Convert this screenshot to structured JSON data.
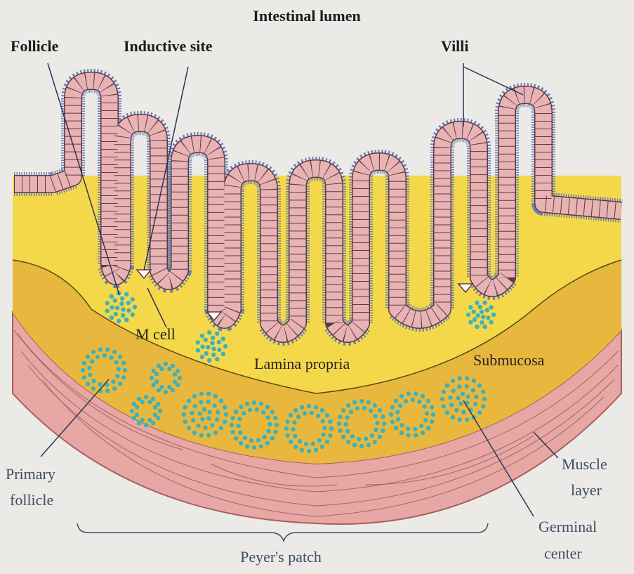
{
  "labels": {
    "intestinal_lumen": "Intestinal lumen",
    "follicle": "Follicle",
    "inductive_site": "Inductive site",
    "villi": "Villi",
    "m_cell": "M cell",
    "lamina_propria": "Lamina propria",
    "submucosa": "Submucosa",
    "primary_follicle_1": "Primary",
    "primary_follicle_2": "follicle",
    "muscle_layer_1": "Muscle",
    "muscle_layer_2": "layer",
    "germinal_center_1": "Germinal",
    "germinal_center_2": "center",
    "peyers_patch": "Peyer's patch"
  },
  "colors": {
    "background": "#eceae6",
    "lamina": "#f4d84a",
    "submucosa": "#e8b83e",
    "muscle": "#e7a7a4",
    "epithelium": "#e9b3b3",
    "cilia": "#6a7fb5",
    "lymphocyte": "#3fb1b9"
  }
}
